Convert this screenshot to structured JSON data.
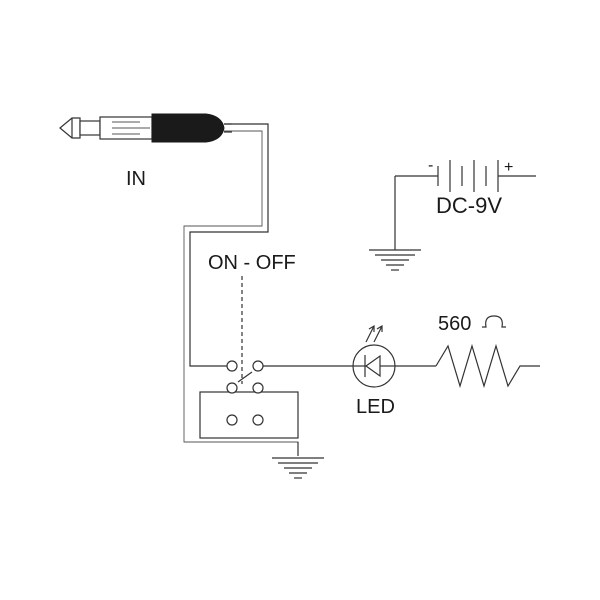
{
  "labels": {
    "input": "IN",
    "switch": "ON - OFF",
    "battery": "DC-9V",
    "battery_minus": "-",
    "battery_plus": "+",
    "led": "LED",
    "resistor_value": "560"
  },
  "colors": {
    "line": "#333333",
    "plug_body": "#1a1a1a",
    "background": "#ffffff"
  }
}
